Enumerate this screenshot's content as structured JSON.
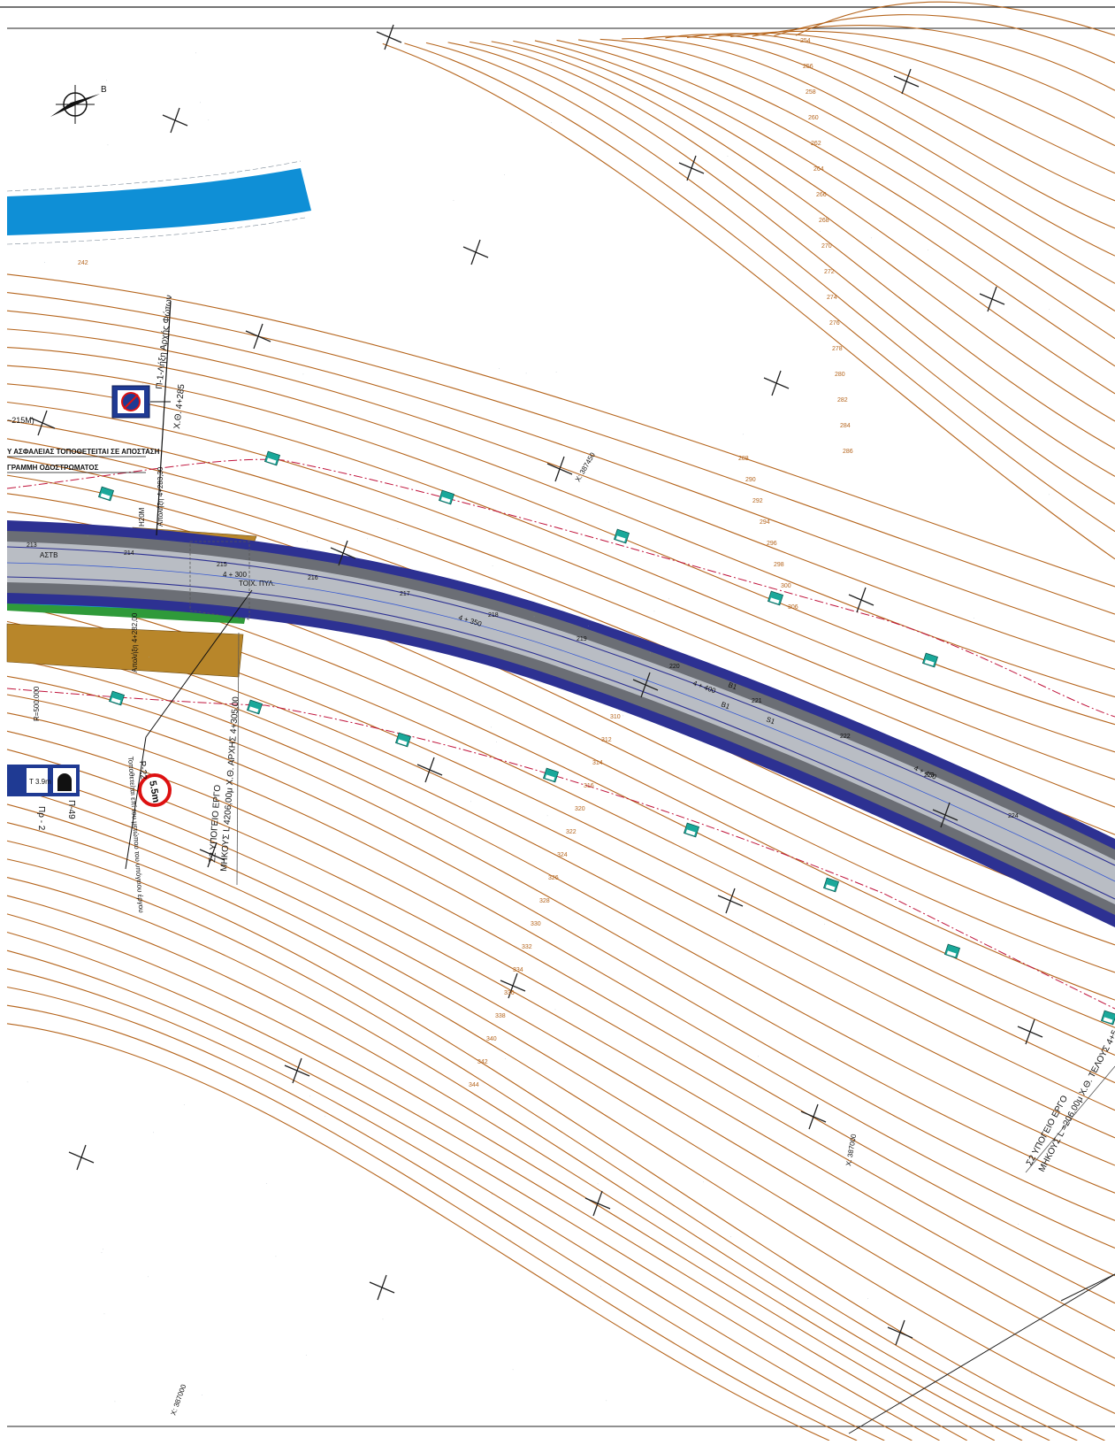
{
  "map": {
    "north_arrow": {
      "letter": "B",
      "icon": "north-arrow-icon"
    },
    "notes": {
      "range": "~215M)",
      "safety_line1": "Υ ΑΣΦΑΛΕΙΑΣ ΤΟΠΟΘΕΤΕΙΤΑΙ ΣΕ ΑΠΟΣΤΑΣΗ",
      "safety_line2": "ΓΡΑΜΜΗ ΟΔΟΣΤΡΩΜΑΤΟΣ"
    },
    "signs": {
      "p_sign_text": "Π-1-Λήξη Αρχής Φώτων",
      "p_sign_station": "Χ.Θ. 4+285",
      "pr2": "Πρ - 2",
      "p49": "Π-49",
      "r22": "Ρ-22",
      "r22_note": "Τοποθετείται επί του μετώπου του υπόγειου έργου",
      "speed": "5.5m",
      "tunnel_sign": "T 3.9m"
    },
    "tunnel_start": {
      "line1": "Σ2 ΥΠΟΓΕΙΟ ΕΡΓΟ",
      "line2": "ΜΗΚΟΥΣ L 4206,00μ Χ.Θ. ΑΡΧΗΣ 4+305,00"
    },
    "tunnel_end": {
      "line1": "Σ2 ΥΠΟΓΕΙΟ ΕΡΓΟ",
      "line2": "ΜΗΚΟΥΣ L =206,00μ Χ.Θ. ΤΕΛΟΥΣ 4+5"
    },
    "road": {
      "chainage": [
        "4 + 300",
        "4 + 350",
        "4 + 400",
        "4 + 450"
      ],
      "profile_labels": [
        "213",
        "214",
        "215",
        "216",
        "217",
        "218",
        "219",
        "220",
        "221",
        "222",
        "223",
        "224"
      ],
      "portal_label": "ΤΟΙΧ. ΠΥΛ.",
      "retaining_left": "Απολήξη 4+283,30",
      "retaining_left2": "Απολήξη 4+282,00",
      "h_label": "H20M",
      "b1": "B1",
      "b2": "B1",
      "s1": "S1",
      "a_label": "ΑΣΤΒ"
    },
    "survey_coords": {
      "c1": "X: 387450",
      "c2": "X: 387000",
      "c3": "X: 387000",
      "rr": "R=500.000"
    },
    "contour_labels": [
      "254",
      "256",
      "258",
      "260",
      "262",
      "264",
      "266",
      "268",
      "270",
      "272",
      "274",
      "276",
      "278",
      "280",
      "282",
      "284",
      "286",
      "288",
      "290",
      "292",
      "294",
      "296",
      "298",
      "300",
      "306",
      "310",
      "312",
      "314",
      "316",
      "320",
      "322",
      "324",
      "326",
      "328",
      "330",
      "332",
      "334",
      "336",
      "338",
      "340",
      "342",
      "344",
      "242"
    ],
    "colors": {
      "contour": "#b5651d",
      "road_surface": "#b9bdc4",
      "road_edge": "#2d3192",
      "river": "#0f8fd6",
      "sign_blue": "#1f3a93",
      "marker": "#1aa89a",
      "center_dash": "#c0143c"
    }
  }
}
